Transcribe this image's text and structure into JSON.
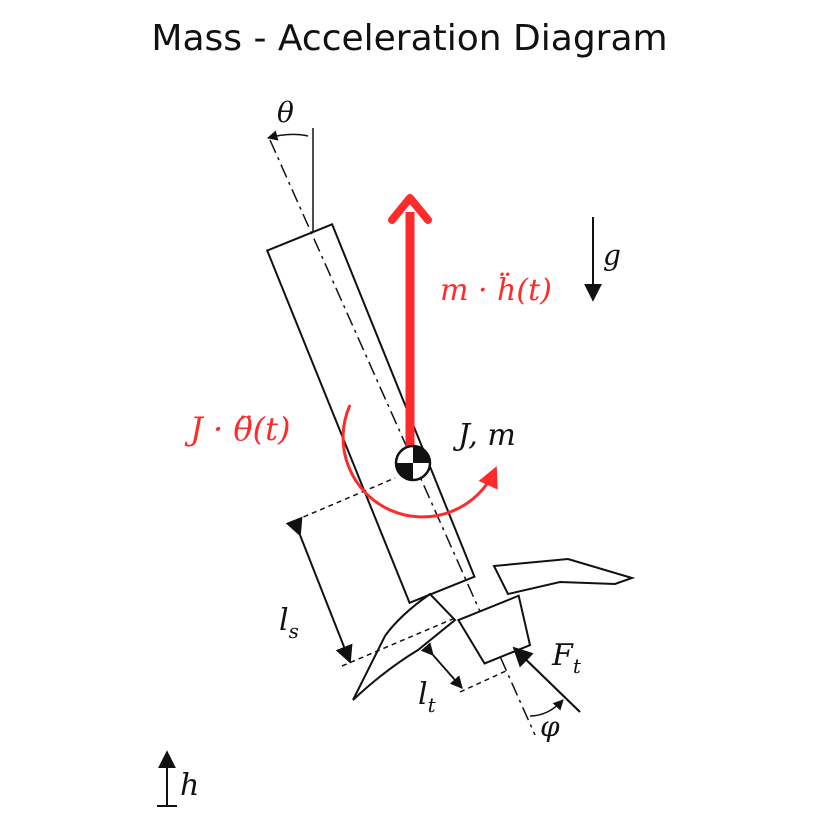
{
  "title": "Mass - Acceleration Diagram",
  "labels": {
    "theta": "θ",
    "g": "g",
    "m_h_ddot": "m · ḧ(t)",
    "J_theta_ddot": "J · θ̈(t)",
    "J_m": "J, m",
    "l_s": "l",
    "l_s_sub": "s",
    "l_t": "l",
    "l_t_sub": "t",
    "F_t": "F",
    "F_t_sub": "t",
    "phi": "φ",
    "h": "h"
  },
  "colors": {
    "accent": "#ff2a2a",
    "ink": "#111111"
  }
}
